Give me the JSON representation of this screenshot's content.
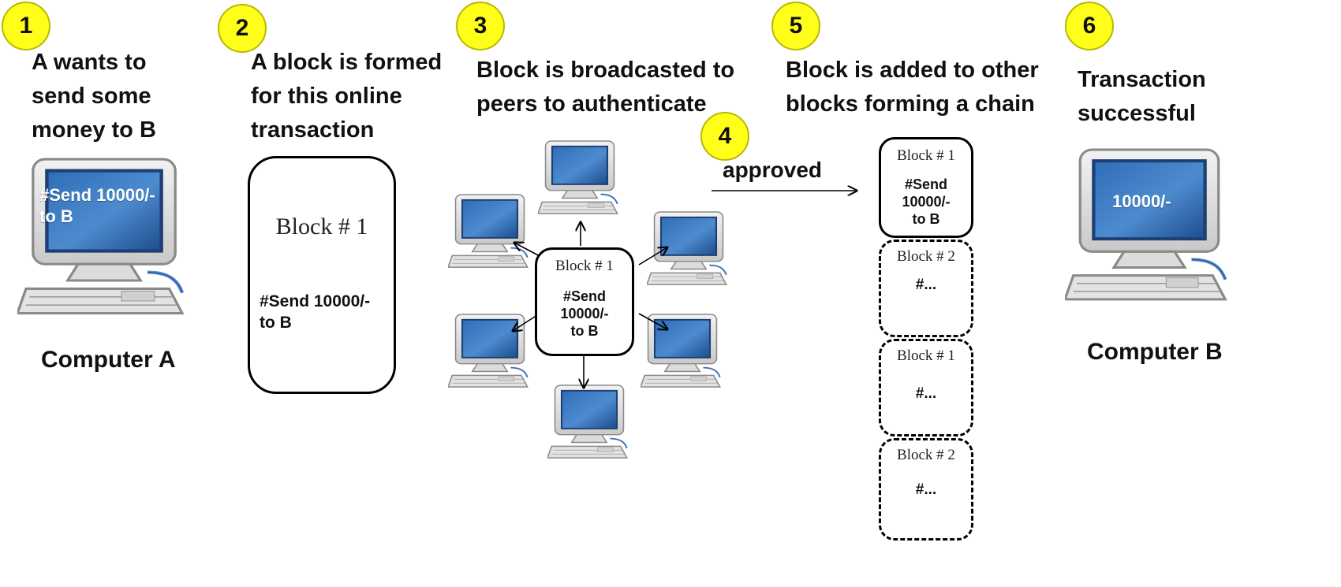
{
  "steps": [
    {
      "number": "1",
      "lines": [
        "A wants to",
        "send some",
        "money to B"
      ]
    },
    {
      "number": "2",
      "lines": [
        "A block is formed",
        "for this online",
        "transaction"
      ]
    },
    {
      "number": "3",
      "lines": [
        "Block is broadcasted to",
        "peers to authenticate"
      ]
    },
    {
      "number": "4",
      "label": "approved"
    },
    {
      "number": "5",
      "lines": [
        "Block is added to other",
        "blocks forming a chain"
      ]
    },
    {
      "number": "6",
      "lines": [
        "Transaction",
        "successful"
      ]
    }
  ],
  "computer_a": {
    "label": "Computer A",
    "screen_lines": [
      "#Send 10000/-",
      "to B"
    ]
  },
  "computer_b": {
    "label": "Computer B",
    "screen_text": "10000/-"
  },
  "formed_block": {
    "title": "Block # 1",
    "body_lines": [
      "#Send 10000/-",
      "to B"
    ]
  },
  "broadcast_block": {
    "title": "Block # 1",
    "body_lines": [
      "#Send",
      "10000/-",
      "to B"
    ]
  },
  "chain": [
    {
      "title": "Block # 1",
      "body_lines": [
        "#Send",
        "10000/-",
        "to B"
      ],
      "style": "solid"
    },
    {
      "title": "Block # 2",
      "body_lines": [
        "#..."
      ],
      "style": "dashed"
    },
    {
      "title": "Block # 1",
      "body_lines": [
        "#..."
      ],
      "style": "dashed"
    },
    {
      "title": "Block # 2",
      "body_lines": [
        "#..."
      ],
      "style": "dashed"
    }
  ],
  "colors": {
    "step_circle": "#ffff1a",
    "screen": "#1f5aa0",
    "monitor_frame": "#d8d8d8"
  }
}
